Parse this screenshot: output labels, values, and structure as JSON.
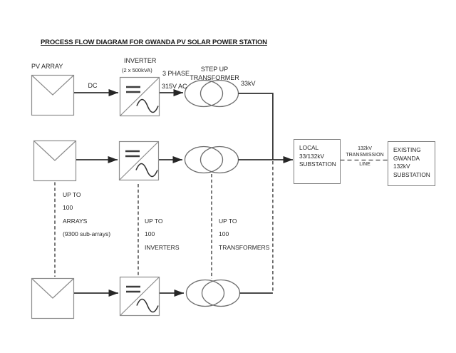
{
  "title": "PROCESS FLOW DIAGRAM FOR GWANDA PV SOLAR POWER STATION",
  "labels": {
    "pv_array": "PV ARRAY",
    "inverter": "INVERTER",
    "inverter_rating": "(2 x 500kVA)",
    "dc": "DC",
    "phase": "3 PHASE",
    "ac_voltage": "315V AC",
    "step_up_1": "STEP UP",
    "step_up_2": "TRANSFORMER",
    "hv_voltage": "33kV"
  },
  "notes": {
    "arrays": [
      "UP TO",
      "100",
      "ARRAYS",
      "(9300 sub-arrays)"
    ],
    "inverters": [
      "UP TO",
      "100",
      "INVERTERS"
    ],
    "transformers": [
      "UP TO",
      "100",
      "TRANSFORMERS"
    ]
  },
  "local_substation": [
    "LOCAL",
    "33/132kV",
    "SUBSTATION"
  ],
  "transmission_line": [
    "132kV",
    "TRANSMISSION",
    "LINE"
  ],
  "existing_substation": [
    "EXISTING",
    "GWANDA",
    "132kV",
    "SUBSTATION"
  ],
  "colors": {
    "connector_line": "#2f2f2f",
    "shape_stroke": "#8c8c8c",
    "text": "#262626",
    "background": "#ffffff"
  }
}
